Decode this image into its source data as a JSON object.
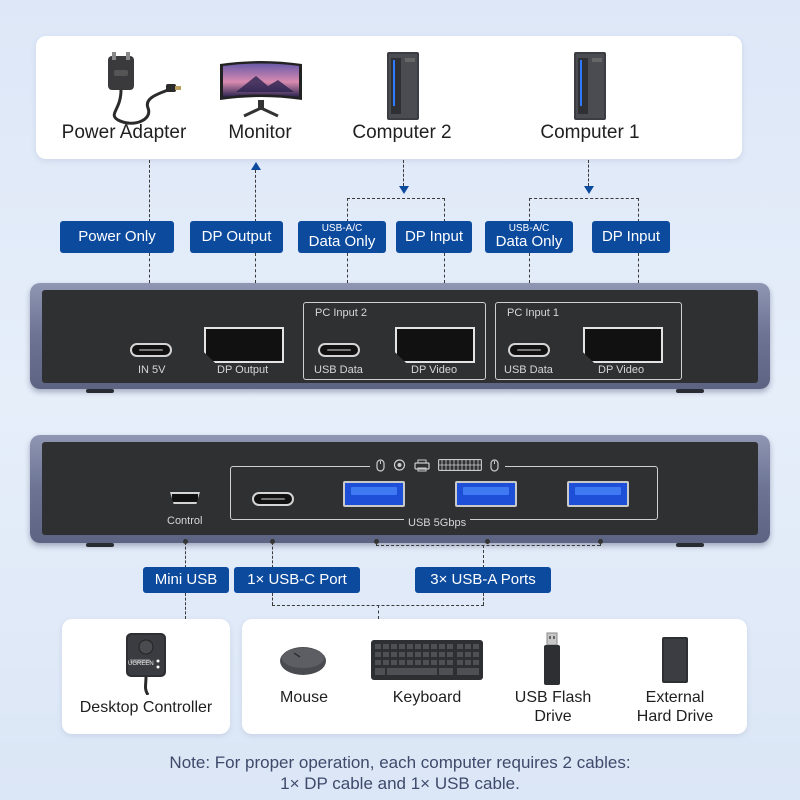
{
  "devices_top": {
    "power_adapter": "Power Adapter",
    "monitor": "Monitor",
    "computer2": "Computer 2",
    "computer1": "Computer 1"
  },
  "tags_top": {
    "power_only": "Power Only",
    "dp_output": "DP Output",
    "usb_ac_2_small": "USB-A/C",
    "usb_ac_2_main": "Data Only",
    "dp_input_2": "DP Input",
    "usb_ac_1_small": "USB-A/C",
    "usb_ac_1_main": "Data Only",
    "dp_input_1": "DP Input"
  },
  "rear_panel": {
    "in5v": "IN 5V",
    "dp_output": "DP Output",
    "pc_input_2": "PC Input 2",
    "pc_input_1": "PC Input 1",
    "usb_data": "USB Data",
    "dp_video": "DP Video"
  },
  "front_panel": {
    "control": "Control",
    "usb_speed": "USB 5Gbps"
  },
  "tags_bottom": {
    "mini_usb": "Mini USB",
    "usbc_port": "1× USB-C Port",
    "usba_ports": "3× USB-A Ports"
  },
  "devices_bottom": {
    "desktop_controller": "Desktop Controller",
    "controller_brand": "UGREEN",
    "mouse": "Mouse",
    "keyboard": "Keyboard",
    "flash_drive_line1": "USB Flash",
    "flash_drive_line2": "Drive",
    "hard_drive_line1": "External",
    "hard_drive_line2": "Hard Drive"
  },
  "note": {
    "line1": "Note: For proper operation, each computer requires 2 cables:",
    "line2": "1× DP cable and 1× USB cable."
  },
  "colors": {
    "tag_blue": "#0c4a9e",
    "usb_blue": "#1d4fd8",
    "panel_dark": "#2f3032",
    "chassis": "#6c7393"
  },
  "icons": [
    "power-adapter-icon",
    "monitor-icon",
    "computer-tower-icon",
    "mouse-icon",
    "webcam-icon",
    "printer-icon",
    "keyboard-icon",
    "desktop-controller-icon",
    "flash-drive-icon",
    "hard-drive-icon"
  ]
}
